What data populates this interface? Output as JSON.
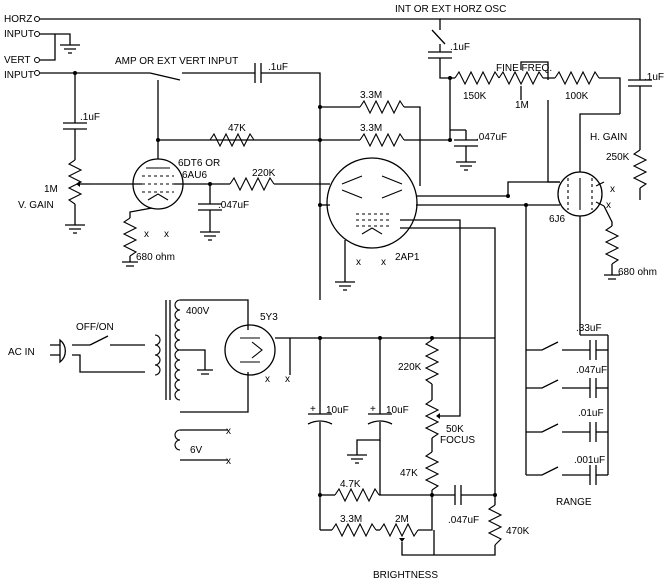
{
  "labels": {
    "horz_input": [
      "HORZ",
      "INPUT"
    ],
    "vert_input": [
      "VERT",
      "INPUT"
    ],
    "int_ext_horz": "INT OR EXT HORZ OSC",
    "amp_ext_vert": "AMP OR EXT VERT INPUT",
    "fine_freq": "FINE FREQ.",
    "tube_vert": [
      "6DT6 OR",
      "6AU6"
    ],
    "v_gain": [
      "1M",
      "V. GAIN"
    ],
    "crt": "2AP1",
    "osc_tube": "6J6",
    "h_gain": "H. GAIN",
    "rectifier": "5Y3",
    "ac_in": "AC IN",
    "off_on": "OFF/ON",
    "xfmr_hv": "400V",
    "xfmr_fil": "6V",
    "focus": [
      "50K",
      "FOCUS"
    ],
    "brightness": "BRIGHTNESS",
    "range": "RANGE",
    "pin_x": "x"
  },
  "components": {
    "r_3m3_top": "3.3M",
    "r_47k_top": "47K",
    "r_3m3_mid": "3.3M",
    "r_220k_grid": "220K",
    "r_150k": "150K",
    "r_1m_fine": "1M",
    "r_100k": "100K",
    "r_250k": "250K",
    "r_680_left": "680 ohm",
    "r_680_right": "680 ohm",
    "r_220k_div": "220K",
    "r_47k_div": "47K",
    "r_4k7": "4.7K",
    "r_3m3_bot": "3.3M",
    "r_2m": "2M",
    "r_470k": "470K",
    "c_in_top": ".1uF",
    "c_vert_in": ".1uF",
    "c_osc": ".1uF",
    "c_047_top": ".047uF",
    "c_right": ".1uF",
    "c_047_cath": ".047uF",
    "c_10_a": "10uF",
    "c_10_b": "10uF",
    "c_047_bot": ".047uF",
    "c_range": [
      ".33uF",
      ".047uF",
      ".01uF",
      ".001uF"
    ],
    "polarity": "+"
  }
}
